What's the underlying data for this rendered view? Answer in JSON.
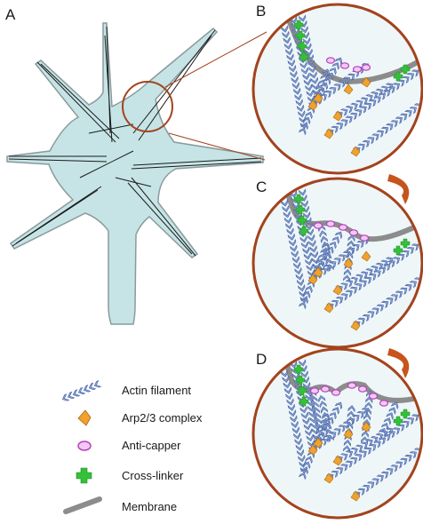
{
  "panels": [
    {
      "letter": "A"
    },
    {
      "letter": "B"
    },
    {
      "letter": "C"
    },
    {
      "letter": "D"
    }
  ],
  "legend": [
    {
      "label": "Actin filament",
      "icon": "actin-filament-icon"
    },
    {
      "label": "Arp2/3 complex",
      "icon": "arp23-complex-icon"
    },
    {
      "label": "Anti-capper",
      "icon": "anti-capper-icon"
    },
    {
      "label": "Cross-linker",
      "icon": "cross-linker-icon"
    },
    {
      "label": "Membrane",
      "icon": "membrane-icon"
    }
  ],
  "colors": {
    "cell_fill": "#c6e4e6",
    "cell_outline": "#8a9a9c",
    "filament": "#4a66a8",
    "filament_light": "#9ab0dc",
    "arp23": "#f0a12e",
    "anti_capper": "#d36ad6",
    "cross_linker": "#34c039",
    "membrane": "#8c8c8c",
    "circle_ring": "#a3431d",
    "zoom_fill": "#eef6f8",
    "arrow": "#c7541c"
  }
}
